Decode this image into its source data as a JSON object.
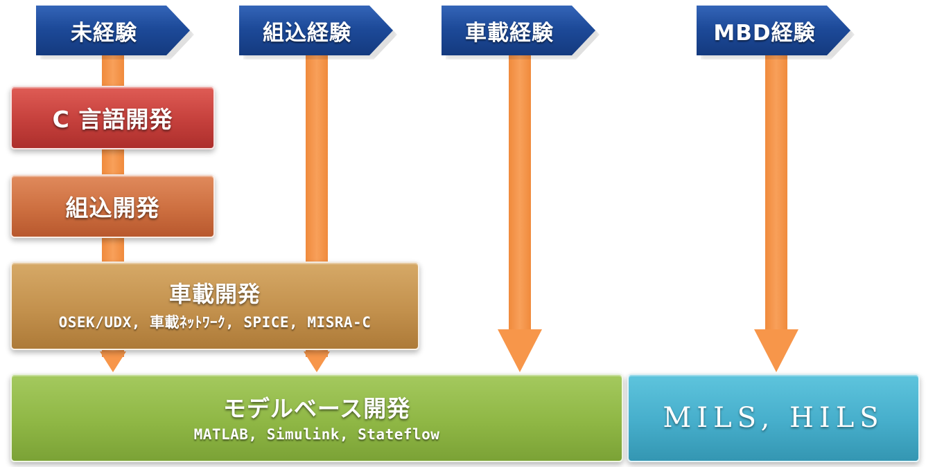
{
  "headers": {
    "inexperienced": "未経験",
    "embedded_experience": "組込経験",
    "automotive_experience": "車載経験",
    "mbd_experience": "MBD経験"
  },
  "steps": {
    "c_development": {
      "title": "C 言語開発"
    },
    "embedded_development": {
      "title": "組込開発"
    },
    "automotive_development": {
      "title": "車載開発",
      "subtitle": "OSEK/UDX, 車載ﾈｯﾄﾜｰｸ, SPICE, MISRA-C"
    },
    "model_based_development": {
      "title": "モデルベース開発",
      "subtitle": "MATLAB, Simulink, Stateflow"
    },
    "mils_hils": {
      "title": "MILS, HILS"
    }
  },
  "colors": {
    "header_blue": "#1d4a99",
    "arrow_orange": "#f7964a",
    "c_red": "#c5403c",
    "embedded_orange": "#cd6f40",
    "automotive_tan": "#c3914d",
    "mbd_green": "#8fb745",
    "hils_cyan": "#46aecb"
  }
}
